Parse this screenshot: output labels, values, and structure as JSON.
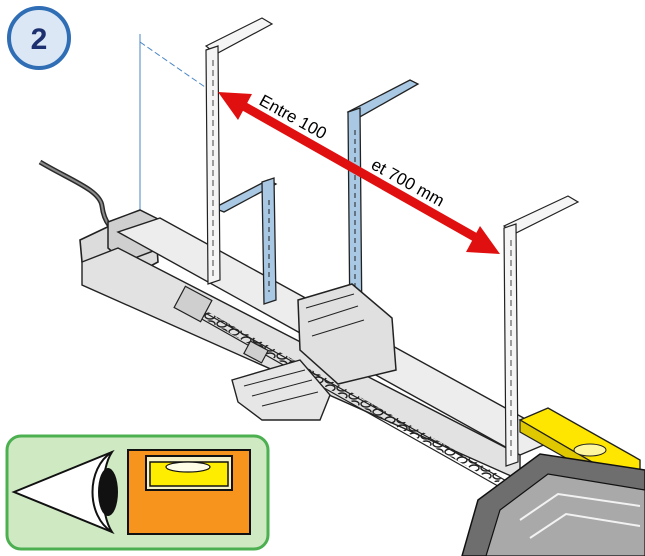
{
  "step": {
    "number": "2"
  },
  "dimension": {
    "label_part1": "Entre 100",
    "label_part2": "et 700 mm",
    "arrow_color": "#e01010"
  },
  "inset": {
    "border_color": "#4caf50",
    "background_color": "#cfe9c3",
    "level_color": "#f7941d",
    "bubble_color": "#ffed00"
  },
  "colors": {
    "rail": "#ececec",
    "bracket_blue": "#a8c8e4",
    "level_yellow": "#ffe600",
    "step_badge_fill": "#dbe7f5",
    "step_badge_stroke": "#2f6db5"
  },
  "icons": [
    "eye-icon",
    "spirit-level-icon",
    "step-badge-icon",
    "dimension-arrow-icon"
  ]
}
